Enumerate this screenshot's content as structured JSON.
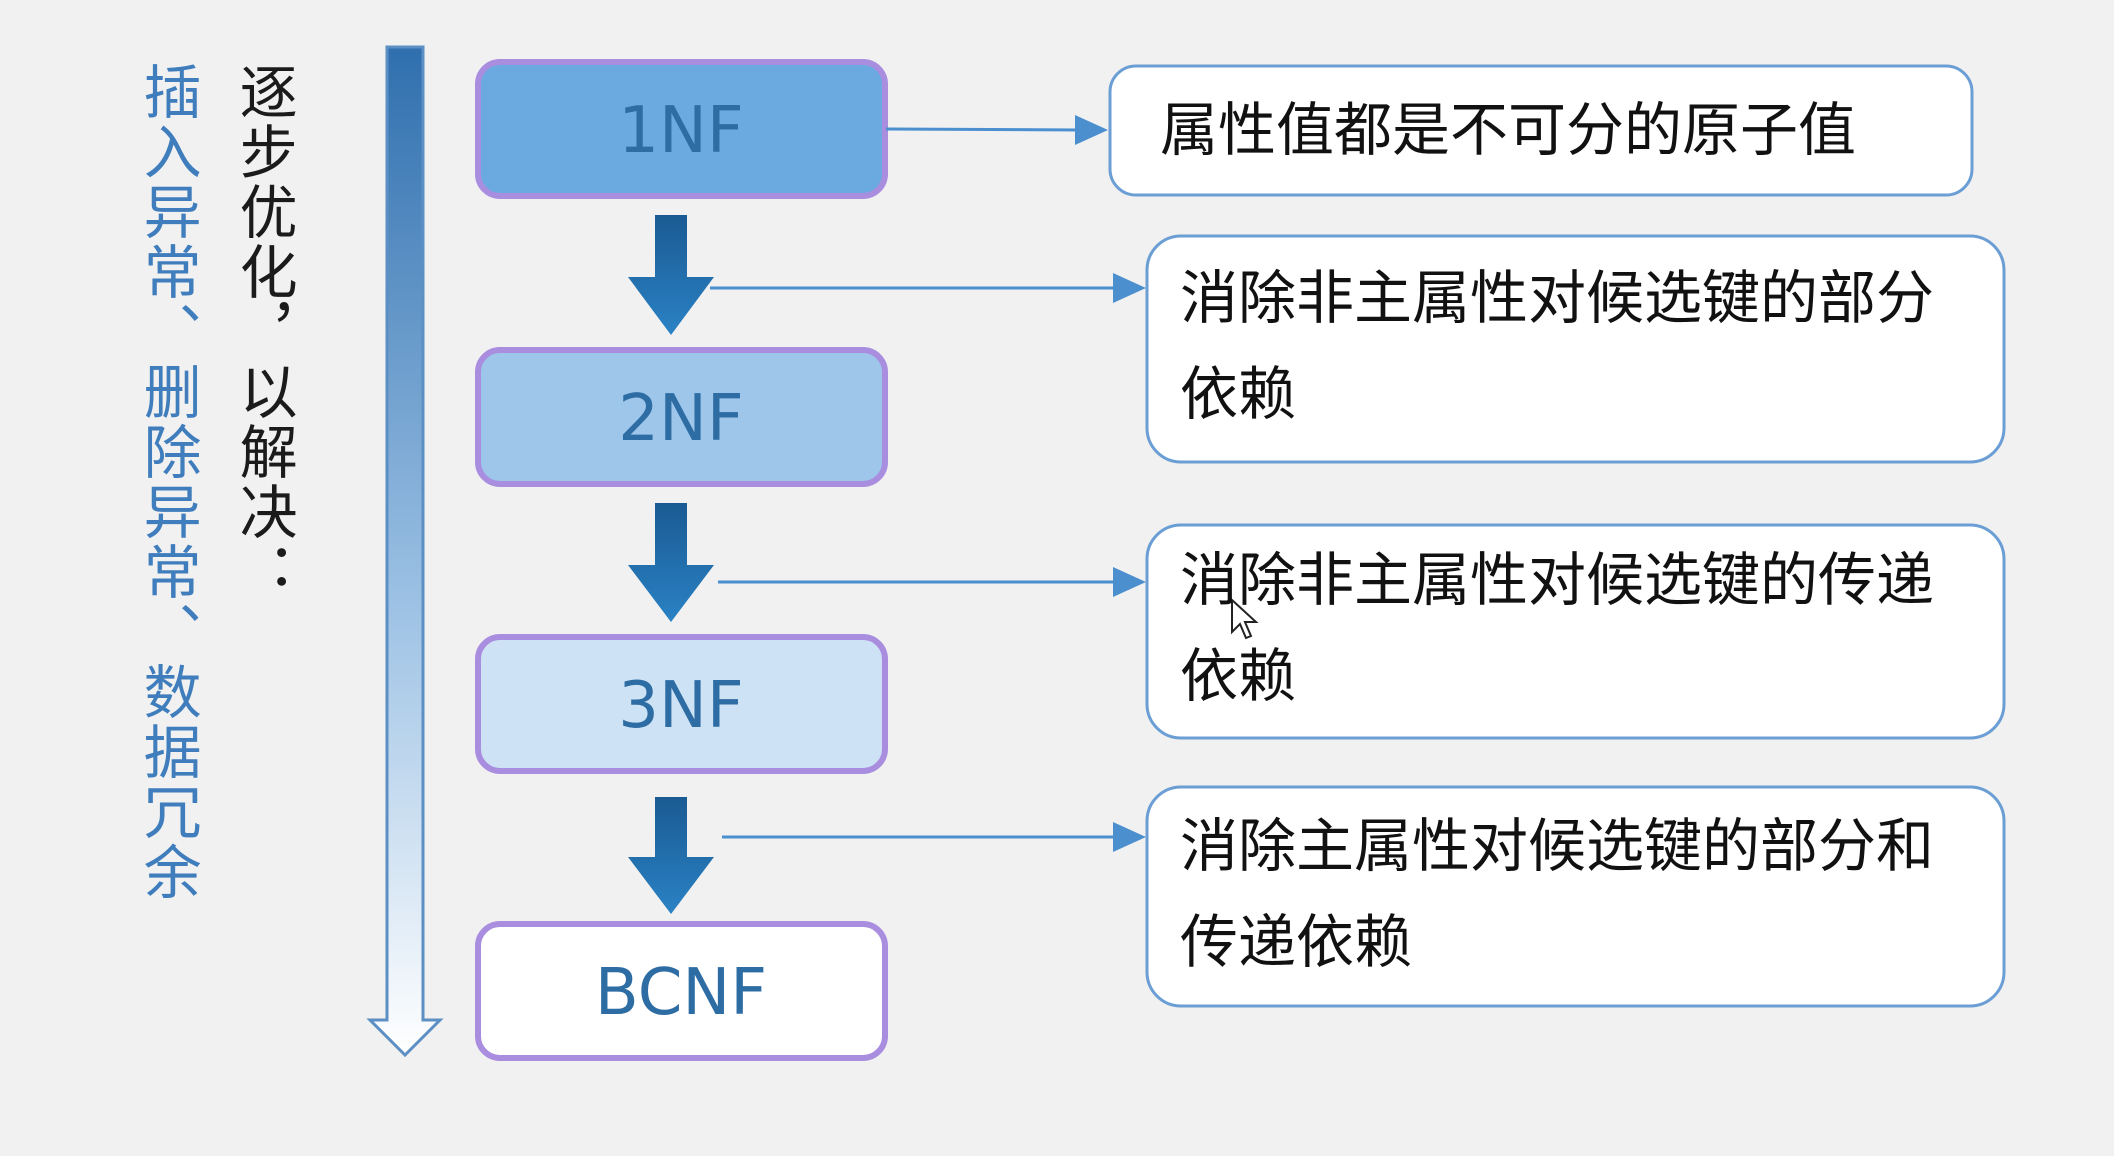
{
  "side_labels": {
    "anomalies": "插入异常、删除异常、数据冗余",
    "progress": "逐步优化，以解决："
  },
  "forms": [
    {
      "label": "1NF",
      "fill": "#6aaae0"
    },
    {
      "label": "2NF",
      "fill": "#9dc6ea"
    },
    {
      "label": "3NF",
      "fill": "#cde3f5"
    },
    {
      "label": "BCNF",
      "fill": "#ffffff"
    }
  ],
  "descriptions": [
    "属性值都是不可分的原子值",
    "消除非主属性对候选键的部分依赖",
    "消除非主属性对候选键的传递依赖",
    "消除主属性对候选键的部分和传递依赖"
  ],
  "colors": {
    "form_border": "#a98ee0",
    "step_arrow": "#1e6aa6",
    "connector": "#4b8fcf",
    "description_border": "#6b9ed4",
    "label_text": "#2e6da4"
  }
}
